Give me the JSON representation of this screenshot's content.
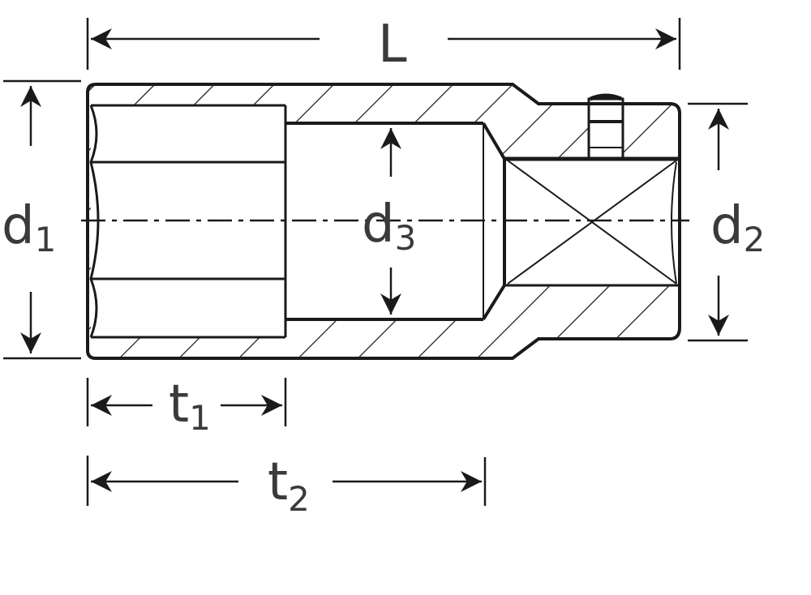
{
  "diagram": {
    "title": "Socket cross-section with dimensions",
    "colors": {
      "line": "#1a1a1a",
      "label": "#3a3a3a",
      "background": "#ffffff"
    },
    "dimensions": {
      "L": {
        "symbol": "L",
        "subscript": ""
      },
      "d1": {
        "symbol": "d",
        "subscript": "1"
      },
      "d2": {
        "symbol": "d",
        "subscript": "2"
      },
      "d3": {
        "symbol": "d",
        "subscript": "3"
      },
      "t1": {
        "symbol": "t",
        "subscript": "1"
      },
      "t2": {
        "symbol": "t",
        "subscript": "2"
      }
    }
  }
}
